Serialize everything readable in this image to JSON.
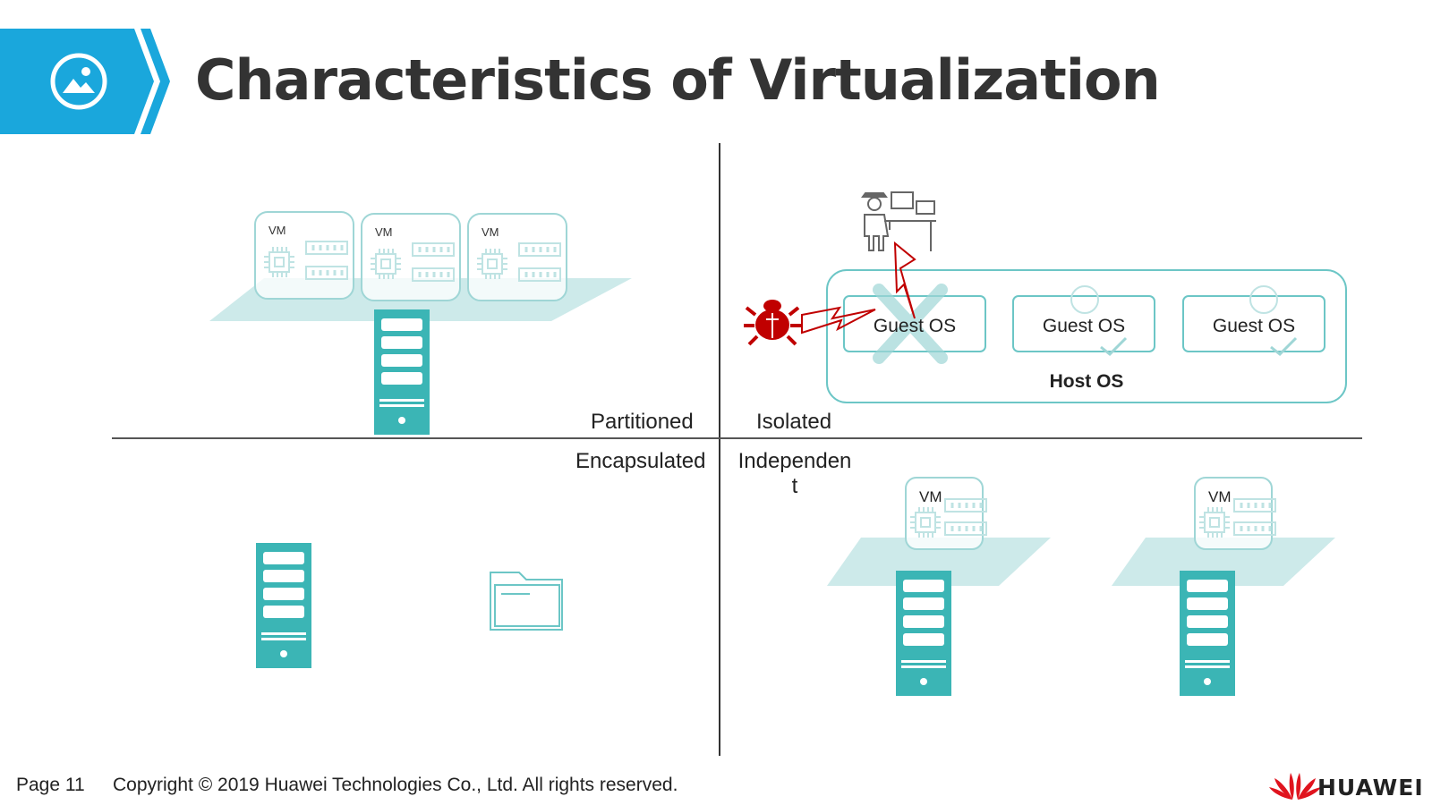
{
  "header": {
    "title": "Characteristics of Virtualization",
    "accent_color": "#1aa7dc",
    "icon": "image-icon"
  },
  "quadrants": {
    "partitioned": "Partitioned",
    "isolated": "Isolated",
    "encapsulated": "Encapsulated",
    "independent": "Independen t"
  },
  "diagram": {
    "vm_label": "VM",
    "guest_os_label": "Guest OS",
    "host_os_label": "Host OS",
    "teal_color": "#3bb5b5",
    "light_teal": "#cdeaea",
    "attack_color": "#c00000"
  },
  "footer": {
    "page": "Page 11",
    "copyright": "Copyright © 2019 Huawei Technologies Co., Ltd. All rights reserved.",
    "logo_text": "HUAWEI",
    "logo_color": "#e0141e"
  }
}
